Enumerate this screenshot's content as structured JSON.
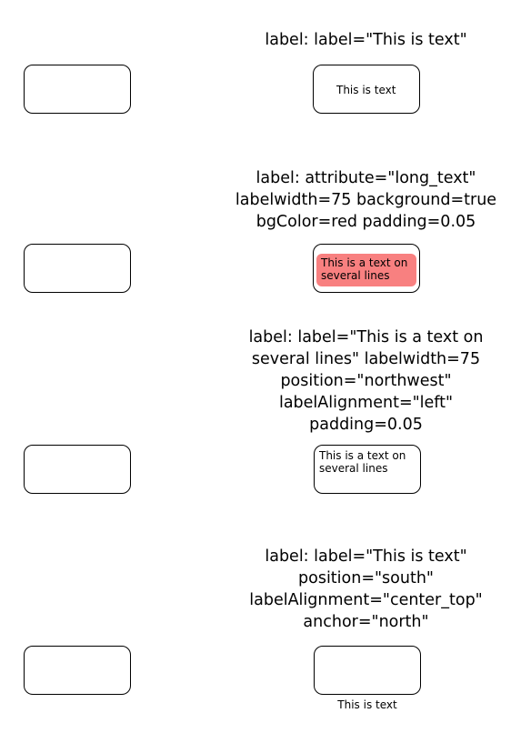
{
  "examples": [
    {
      "caption": "label: label=\"This is text\"",
      "label_text": "This is text"
    },
    {
      "caption": "label: attribute=\"long_text\"\nlabelwidth=75 background=true\nbgColor=red padding=0.05",
      "label_text": "This is a text on\nseveral lines",
      "bg_color": "#f88080"
    },
    {
      "caption": "label: label=\"This is a text on\nseveral lines\" labelwidth=75\nposition=\"northwest\"\nlabelAlignment=\"left\"\npadding=0.05",
      "label_text": "This is a text on\nseveral lines"
    },
    {
      "caption": "label: label=\"This is text\"\nposition=\"south\"\nlabelAlignment=\"center_top\"\nanchor=\"north\"",
      "label_text": "This is text"
    }
  ]
}
